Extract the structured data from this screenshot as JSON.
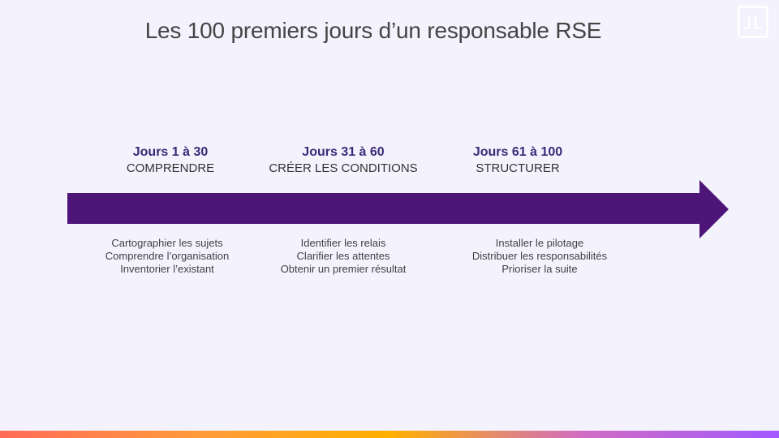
{
  "title": "Les 100 premiers jours d’un responsable RSE",
  "colors": {
    "background": "#f4f2fd",
    "arrow": "#4d1578",
    "phase_days": "#3c2a78",
    "gradient": [
      "#ff6b57",
      "#ff9a3c",
      "#ffb000",
      "#d06cc4",
      "#a259ff"
    ]
  },
  "logo": {
    "icon": "logo-icon"
  },
  "phases": [
    {
      "days": "Jours 1 à 30",
      "name": "COMPRENDRE",
      "tasks": [
        "Cartographier les sujets",
        "Comprendre l’organisation",
        "Inventorier l’existant"
      ]
    },
    {
      "days": "Jours 31 à 60",
      "name": "CRÉER LES CONDITIONS",
      "tasks": [
        "Identifier les relais",
        "Clarifier les attentes",
        "Obtenir un premier résultat"
      ]
    },
    {
      "days": "Jours 61 à 100",
      "name": "STRUCTURER",
      "tasks": [
        "Installer le pilotage",
        "Distribuer les responsabilités",
        "Prioriser la suite"
      ]
    }
  ]
}
